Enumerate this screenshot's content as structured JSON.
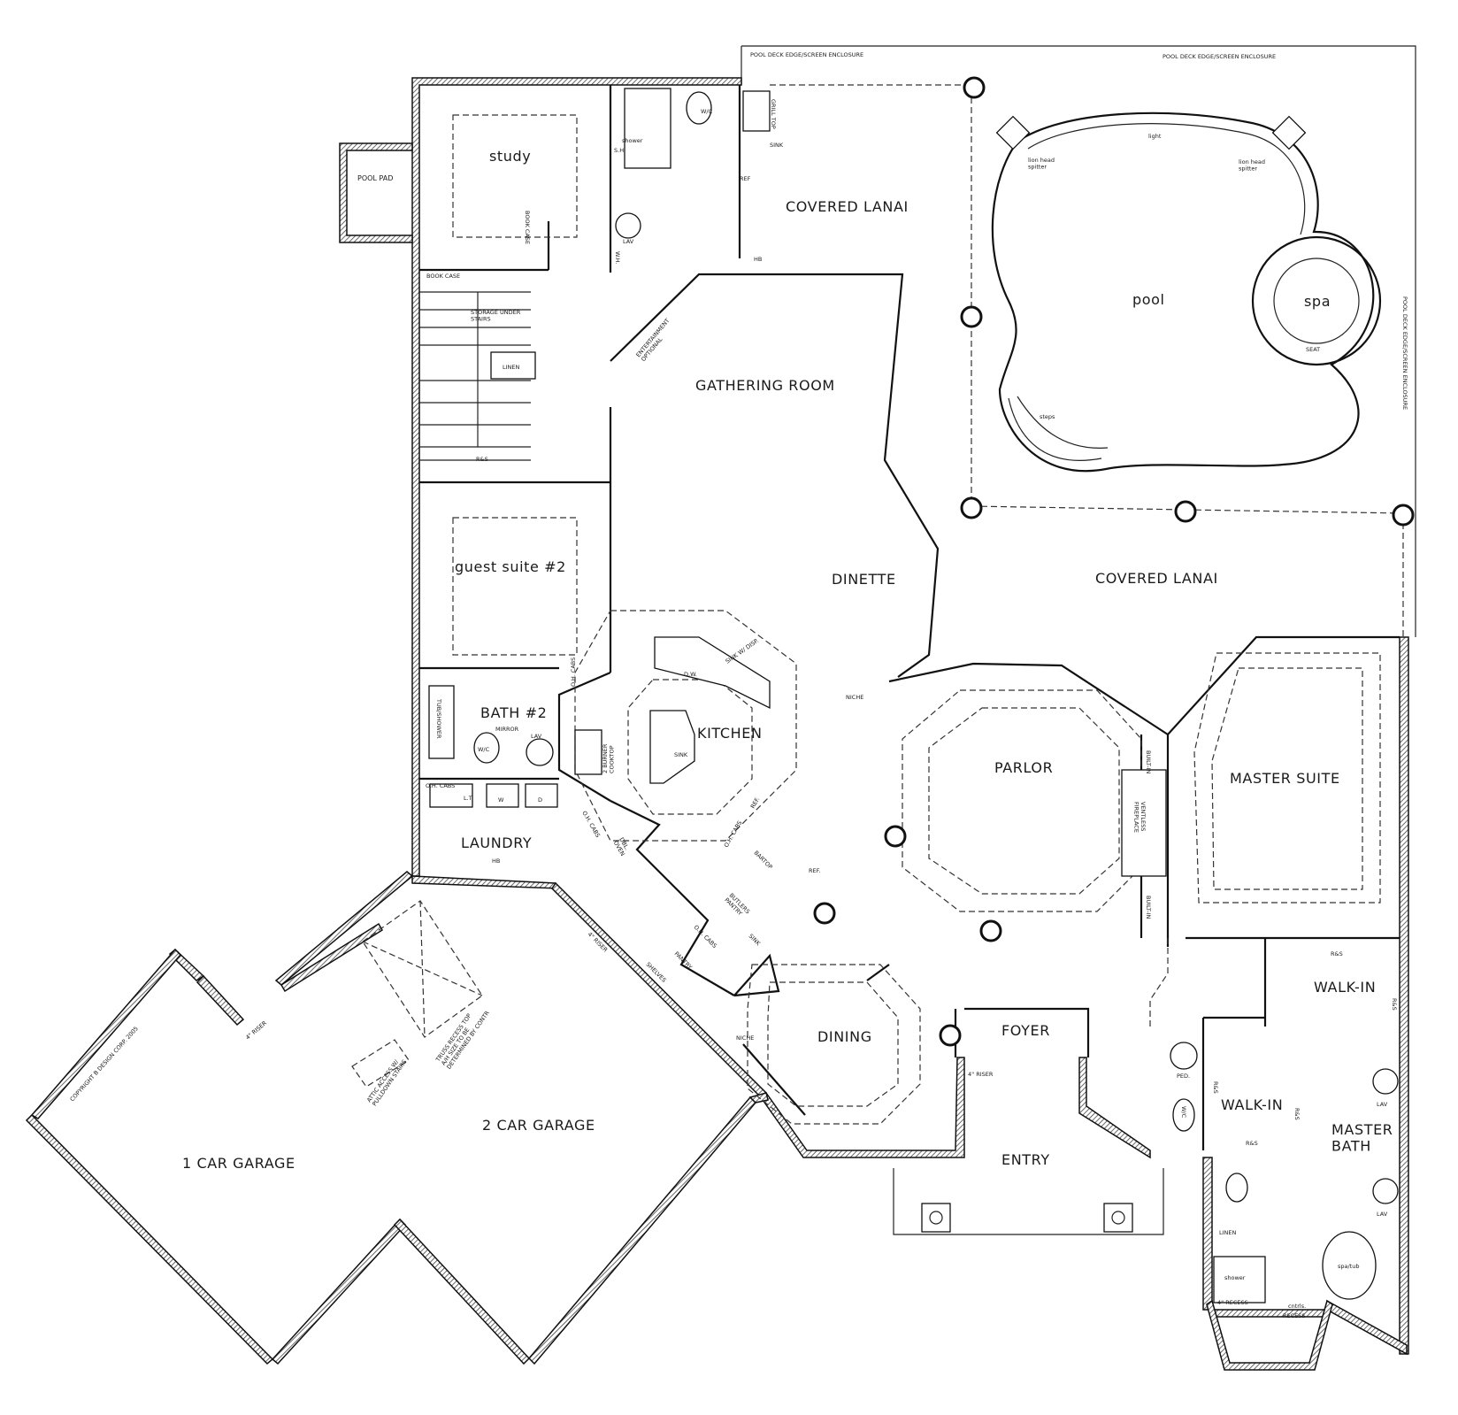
{
  "rooms": {
    "study": "study",
    "pool_pad": "POOL PAD",
    "covered_lanai_top": "COVERED LANAI",
    "covered_lanai_right": "COVERED LANAI",
    "gathering_room": "GATHERING ROOM",
    "dinette": "DINETTE",
    "guest_suite": "guest suite #2",
    "bath2": "BATH #2",
    "kitchen": "KITCHEN",
    "parlor": "PARLOR",
    "master_suite": "MASTER SUITE",
    "laundry": "LAUNDRY",
    "dining": "DINING",
    "foyer": "FOYER",
    "entry": "ENTRY",
    "walk_in_upper": "WALK-IN",
    "walk_in_lower": "WALK-IN",
    "master_bath": "MASTER\nBATH",
    "garage_1": "1 CAR GARAGE",
    "garage_2": "2 CAR GARAGE",
    "pool": "pool",
    "spa": "spa"
  },
  "labels": {
    "pool_deck_top_left": "POOL DECK EDGE/SCREEN ENCLOSURE",
    "pool_deck_top_right": "POOL DECK EDGE/SCREEN ENCLOSURE",
    "pool_deck_right": "POOL DECK EDGE/SCREEN ENCLOSURE",
    "lion_head_left": "lion head\nspitter",
    "lion_head_right": "lion head\nspitter",
    "light": "light",
    "steps": "steps",
    "seat": "SEAT",
    "book_case_v": "BOOK CASE",
    "book_case_h": "BOOK CASE",
    "storage": "STORAGE UNDER\nSTAIRS",
    "linen_top": "LINEN",
    "rs_stairs": "R&S",
    "shower": "shower",
    "sh": "S.H.",
    "wc_top": "W/C",
    "lav_top": "LAV",
    "wh": "W.H.",
    "sink_top": "SINK",
    "ref_top": "REF",
    "grill": "GRILL TOP",
    "hb_top": "HB",
    "entertainment": "ENTERTAINMENT\nOPTIONAL",
    "niche_left": "NICHE",
    "niche_dining": "NICHE",
    "tub_shower": "TUB/SHOWER",
    "mirror": "MIRROR",
    "wc_bath2": "W/C",
    "lav_bath2": "LAV",
    "oh_cabs_bath": "O.H. CABS",
    "lt": "L.T.",
    "w": "W",
    "d": "D",
    "hb_laundry": "HB",
    "dw": "D.W.",
    "sink_disp": "SINK W/ DISP.",
    "sink_island": "SINK",
    "oh_cabs_k1": "O.H. CABS",
    "cooktop": "2 BURNER\nCOOKTOP",
    "oh_cabs_k2": "O.H. CABS",
    "dbl_oven": "DBL.\nOVEN",
    "ref_kitchen": "REF.",
    "oh_cabs_k3": "O.H. CABS",
    "bartop": "BARTOP",
    "ref_butler": "REF.",
    "butlers_pantry": "BUTLERS\nPANTRY",
    "oh_cabs_pantry": "O.H. CABS",
    "sink_pantry": "SINK",
    "pantry": "PANTRY",
    "shelves": "SHELVES",
    "riser_garage": "4\" RISER",
    "riser_garage_1": "4\" RISER",
    "riser_entry": "4\" RISER",
    "built_in_top": "BUILT-IN",
    "built_in_bottom": "BUILT-IN",
    "ventless_fireplace": "VENTLESS\nFIREPLACE",
    "ped": "PED.",
    "wc_master": "W/C",
    "rs_walk1": "R&S",
    "rs_walk1b": "R&S",
    "rs_walk2": "R&S",
    "rs_walk2b": "R&S",
    "rs_walk2c": "R&S",
    "lav_m1": "LAV",
    "lav_m2": "LAV",
    "spa_tub": "spa/tub",
    "linen_master": "LINEN",
    "shower_master": "shower",
    "recess": "4\" RECESS",
    "recess2": "RECESS",
    "ctrls": "cntrls.",
    "attic": "ATTIC ACCESS W/\nPULLDOWN STAIRS",
    "truss": "TRUSS RECESS TOP\nA/H SIZE TO BE\nDETERMINED BY CONTR",
    "copyright": "COPYRIGHT B DESIGN CORP. 2005"
  },
  "colors": {
    "ink": "#111111",
    "paper": "#ffffff",
    "hatch": "#444444"
  }
}
